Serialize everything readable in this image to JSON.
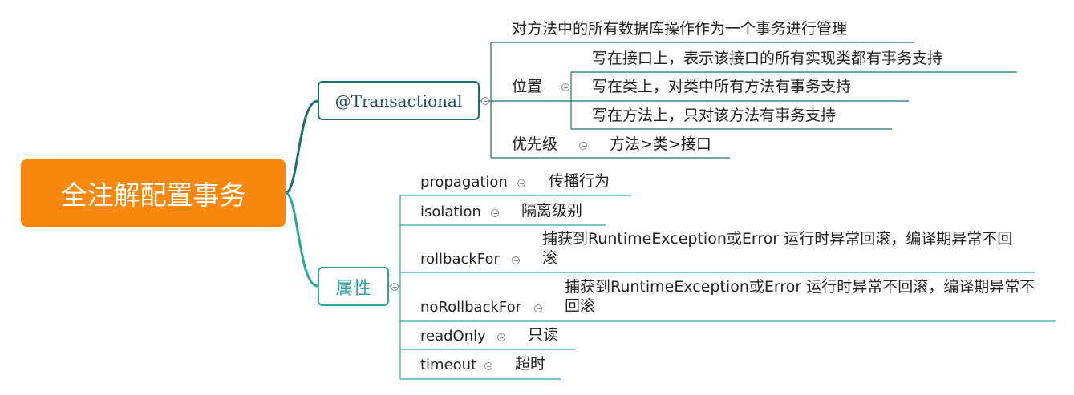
{
  "root": {
    "label": "全注解配置事务"
  },
  "transactional": {
    "label": "@Transactional",
    "manage": "对方法中的所有数据库操作作为一个事务进行管理",
    "position": {
      "label": "位置",
      "items": [
        "写在接口上，表示该接口的所有实现类都有事务支持",
        "写在类上，对类中所有方法有事务支持",
        "写在方法上，只对该方法有事务支持"
      ]
    },
    "priority": {
      "label": "优先级",
      "value": "方法>类>接口"
    }
  },
  "attributes": {
    "label": "属性",
    "items": [
      {
        "name": "propagation",
        "desc": "传播行为"
      },
      {
        "name": "isolation",
        "desc": "隔离级别"
      },
      {
        "name": "rollbackFor",
        "desc": "捕获到RuntimeException或Error 运行时异常回滚，编译期异常不回滚"
      },
      {
        "name": "noRollbackFor",
        "desc": "捕获到RuntimeException或Error 运行时异常不回滚，编译期异常不回滚"
      },
      {
        "name": "readOnly",
        "desc": "只读"
      },
      {
        "name": "timeout",
        "desc": "超时"
      }
    ]
  },
  "colors": {
    "root_fill": "#f7870d",
    "branch_top": "#1a6f73",
    "branch_bottom": "#2aa79b",
    "connector": "#1a6f73"
  }
}
